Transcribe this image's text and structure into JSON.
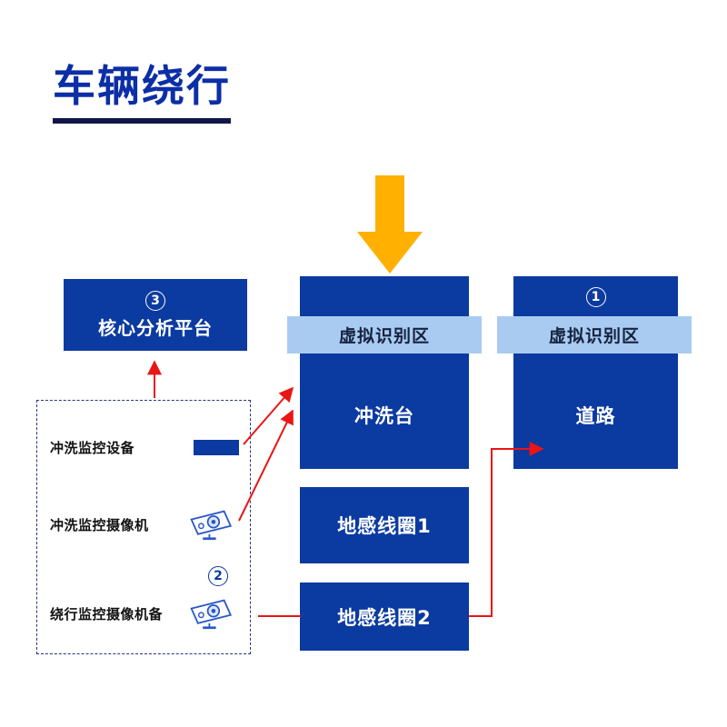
{
  "title": "车辆绕行",
  "flow": {
    "core_platform": {
      "number": "3",
      "label": "核心分析平台"
    },
    "wash_column": {
      "zone_label": "虚拟识别区",
      "label": "冲洗台"
    },
    "road_column": {
      "number": "1",
      "zone_label": "虚拟识别区",
      "label": "道路"
    },
    "coil1": {
      "label": "地感线圈1"
    },
    "coil2": {
      "label": "地感线圈2"
    }
  },
  "devices": {
    "items": [
      {
        "label": "冲洗监控设备",
        "icon": "monitor-device-icon"
      },
      {
        "label": "冲洗监控摄像机",
        "icon": "camera-icon"
      },
      {
        "label": "绕行监控摄像机备",
        "number": "2",
        "icon": "camera-icon"
      }
    ]
  },
  "colors": {
    "box_blue": "#0b3aa0",
    "band_blue": "#a9cbf1",
    "arrow_orange": "#ffb000",
    "arrow_red": "#ea1515",
    "title_blue": "#0c2ea6"
  }
}
